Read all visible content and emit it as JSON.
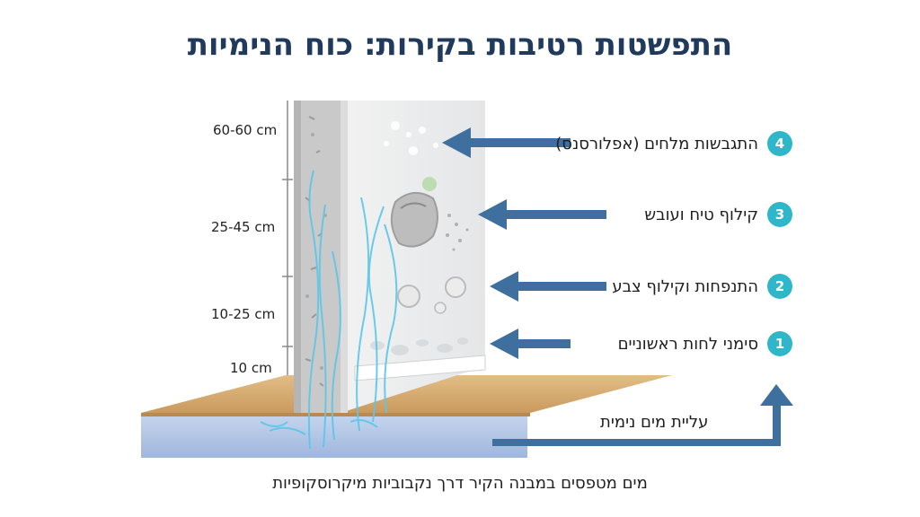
{
  "title": "התפשטות רטיבות בקירות: כוח הנימיות",
  "height_labels": [
    "60-60 cm",
    "25-45 cm",
    "10-25 cm",
    "10 cm"
  ],
  "steps": [
    {
      "number": "4",
      "text": "התגבשות מלחים (אפלורסנס)"
    },
    {
      "number": "3",
      "text": "קילוף טיח ועובש"
    },
    {
      "number": "2",
      "text": "התנפחות וקילוף צבע"
    },
    {
      "number": "1",
      "text": "סימני לחות ראשוניים"
    }
  ],
  "capillary_rise_label": "עליית מים נימית",
  "caption": "מים מטפסים במבנה הקיר דרך נקבוביות מיקרוסקופיות",
  "colors": {
    "title": "#1f3a5c",
    "arrow": "#3f6f9e",
    "badge": "#2fb7c9",
    "floor": "#d9b07a",
    "water": "#b9cbe6"
  }
}
